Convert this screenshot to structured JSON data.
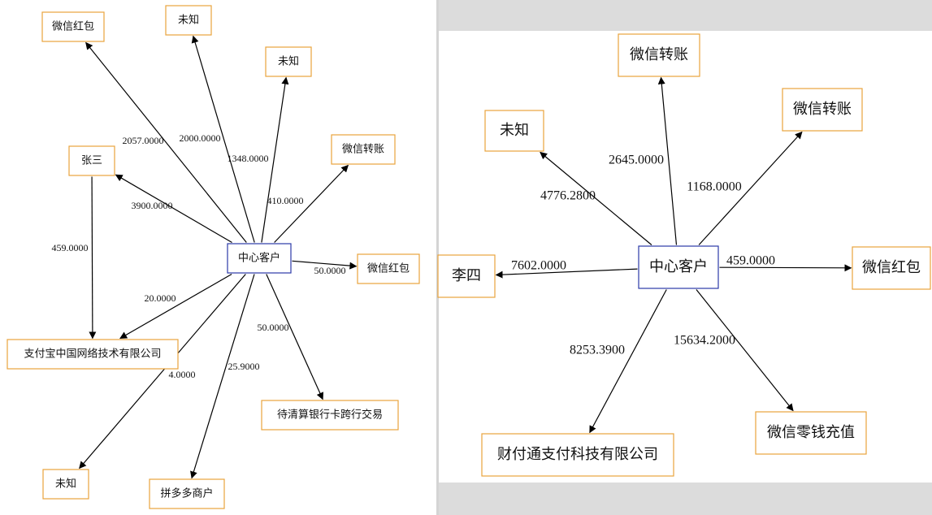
{
  "graphs": [
    {
      "center": "中心客户",
      "nodes": [
        "微信红包",
        "未知",
        "未知",
        "微信转账",
        "张三",
        "微信红包",
        "支付宝中国网络技术有限公司",
        "待清算银行卡跨行交易",
        "未知",
        "拼多多商户"
      ],
      "edges": [
        {
          "label": "2057.0000",
          "dir": "out"
        },
        {
          "label": "2000.0000",
          "dir": "out"
        },
        {
          "label": "1348.0000",
          "dir": "out"
        },
        {
          "label": "410.0000",
          "dir": "out"
        },
        {
          "label": "3900.0000",
          "dir": "out"
        },
        {
          "label": "50.0000",
          "dir": "out"
        },
        {
          "label": "20.0000",
          "dir": "out"
        },
        {
          "label": "50.0000",
          "dir": "out"
        },
        {
          "label": "4.0000",
          "dir": "out"
        },
        {
          "label": "25.9000",
          "dir": "out"
        },
        {
          "label": "459.0000",
          "dir": "out"
        }
      ]
    },
    {
      "center": "中心客户",
      "nodes": [
        "微信转账",
        "未知",
        "微信转账",
        "李四",
        "微信红包",
        "财付通支付科技有限公司",
        "微信零钱充值"
      ],
      "edges": [
        {
          "label": "2645.0000",
          "dir": "out"
        },
        {
          "label": "4776.2800",
          "dir": "out"
        },
        {
          "label": "1168.0000",
          "dir": "out"
        },
        {
          "label": "7602.0000",
          "dir": "out"
        },
        {
          "label": "459.0000",
          "dir": "out"
        },
        {
          "label": "8253.3900",
          "dir": "out"
        },
        {
          "label": "15634.2000",
          "dir": "out"
        }
      ]
    }
  ]
}
